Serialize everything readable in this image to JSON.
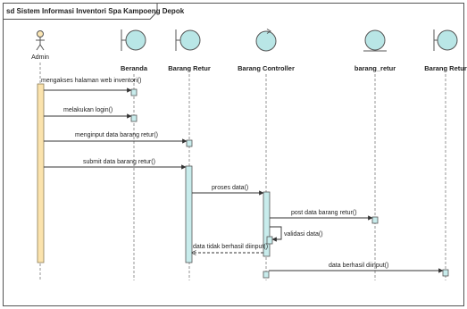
{
  "frame": {
    "title": "sd Sistem Informasi Inventori Spa Kampoeng Depok"
  },
  "lifelines": [
    {
      "id": "admin",
      "type": "actor",
      "label": "Admin"
    },
    {
      "id": "beranda",
      "type": "boundary",
      "label": "Beranda"
    },
    {
      "id": "barang_retur_ui",
      "type": "boundary",
      "label": "Barang Retur"
    },
    {
      "id": "barang_controller",
      "type": "control",
      "label": "Barang Controller"
    },
    {
      "id": "barang_retur_entity",
      "type": "entity",
      "label": "barang_retur"
    },
    {
      "id": "barang_retur_boundary2",
      "type": "boundary",
      "label": "Barang Retur"
    }
  ],
  "messages": [
    {
      "from": "admin",
      "to": "beranda",
      "label": "mengakses halaman web inventori()",
      "kind": "sync"
    },
    {
      "from": "admin",
      "to": "beranda",
      "label": "melakukan login()",
      "kind": "sync"
    },
    {
      "from": "admin",
      "to": "barang_retur_ui",
      "label": "menginput data barang retur()",
      "kind": "sync"
    },
    {
      "from": "admin",
      "to": "barang_retur_ui",
      "label": "submit data barang retur()",
      "kind": "sync"
    },
    {
      "from": "barang_retur_ui",
      "to": "barang_controller",
      "label": "proses data()",
      "kind": "sync"
    },
    {
      "from": "barang_controller",
      "to": "barang_retur_entity",
      "label": "post data barang retur()",
      "kind": "sync"
    },
    {
      "from": "barang_controller",
      "to": "barang_controller",
      "label": "validasi data()",
      "kind": "self"
    },
    {
      "from": "barang_controller",
      "to": "barang_retur_ui",
      "label": "data tidak berhasil diinput()",
      "kind": "return"
    },
    {
      "from": "barang_controller",
      "to": "barang_retur_boundary2",
      "label": "data berhasil diinput()",
      "kind": "sync"
    }
  ],
  "colors": {
    "border": "#555555",
    "lifeline": "#7a7a7a",
    "boundary_fill": "#b9e6e6",
    "actor_fill": "#fbe6b4",
    "actor_activation": "#fbe3ad",
    "activation_fill": "#c8ecec",
    "arrow": "#333333"
  }
}
